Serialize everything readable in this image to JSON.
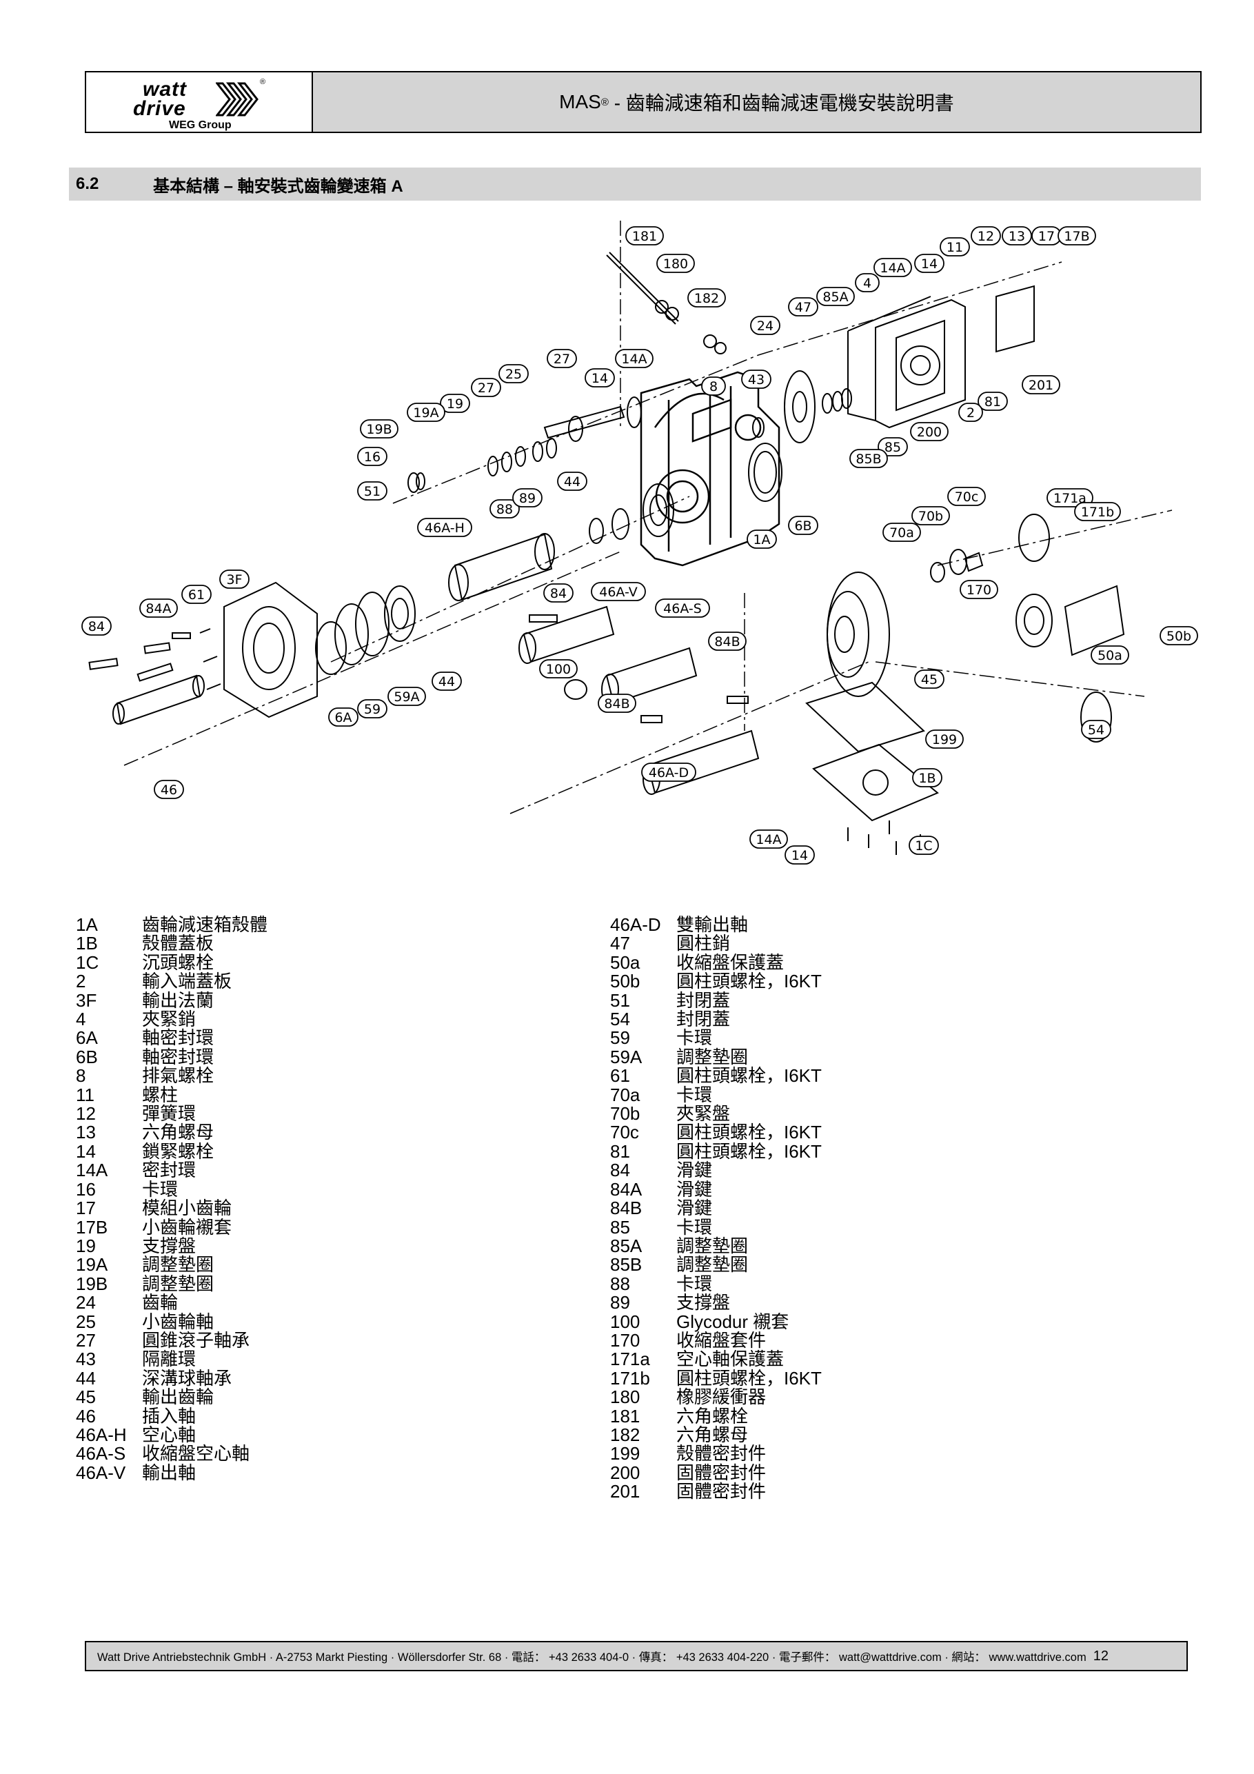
{
  "header": {
    "logo_line1": "watt",
    "logo_line2": "drive",
    "logo_reg": "®",
    "logo_group": "WEG Group",
    "title_prefix": "MAS",
    "title_reg": "®",
    "title_rest": " - 齒輪減速箱和齒輪減速電機安裝說明書"
  },
  "section": {
    "number": "6.2",
    "title": "基本結構 – 軸安裝式齒輪變速箱 A"
  },
  "drawing_labels": [
    "181",
    "180",
    "182",
    "12",
    "13",
    "17",
    "17B",
    "11",
    "14A",
    "14",
    "4",
    "85A",
    "47",
    "24",
    "201",
    "81",
    "2",
    "200",
    "85",
    "85B",
    "43",
    "8",
    "27",
    "14",
    "14A",
    "25",
    "27",
    "19",
    "19A",
    "19B",
    "16",
    "51",
    "46A-H",
    "88",
    "89",
    "44",
    "1A",
    "6B",
    "70a",
    "70b",
    "70c",
    "171a",
    "171b",
    "170",
    "50a",
    "50b",
    "54",
    "3F",
    "61",
    "84A",
    "84",
    "6A",
    "59",
    "59A",
    "44",
    "84",
    "46A-V",
    "46A-S",
    "84B",
    "100",
    "84B",
    "46A-D",
    "45",
    "199",
    "1B",
    "1C",
    "14A",
    "14",
    "46"
  ],
  "parts_left": [
    {
      "num": "1A",
      "desc": "齒輪減速箱殼體"
    },
    {
      "num": "1B",
      "desc": "殼體蓋板"
    },
    {
      "num": "1C",
      "desc": "沉頭螺栓"
    },
    {
      "num": "2",
      "desc": "輸入端蓋板"
    },
    {
      "num": "3F",
      "desc": "輸出法蘭"
    },
    {
      "num": "4",
      "desc": "夾緊銷"
    },
    {
      "num": "6A",
      "desc": "軸密封環"
    },
    {
      "num": "6B",
      "desc": "軸密封環"
    },
    {
      "num": "8",
      "desc": "排氣螺栓"
    },
    {
      "num": "11",
      "desc": "螺柱"
    },
    {
      "num": "12",
      "desc": "彈簧環"
    },
    {
      "num": "13",
      "desc": "六角螺母"
    },
    {
      "num": "14",
      "desc": "鎖緊螺栓"
    },
    {
      "num": "14A",
      "desc": "密封環"
    },
    {
      "num": "16",
      "desc": "卡環"
    },
    {
      "num": "17",
      "desc": "模組小齒輪"
    },
    {
      "num": "17B",
      "desc": "小齒輪襯套"
    },
    {
      "num": "19",
      "desc": "支撐盤"
    },
    {
      "num": "19A",
      "desc": "調整墊圈"
    },
    {
      "num": "19B",
      "desc": "調整墊圈"
    },
    {
      "num": "24",
      "desc": "齒輪"
    },
    {
      "num": "25",
      "desc": "小齒輪軸"
    },
    {
      "num": "27",
      "desc": "圓錐滾子軸承"
    },
    {
      "num": "43",
      "desc": "隔離環"
    },
    {
      "num": "44",
      "desc": "深溝球軸承"
    },
    {
      "num": "45",
      "desc": "輸出齒輪"
    },
    {
      "num": "46",
      "desc": "插入軸"
    },
    {
      "num": "46A-H",
      "desc": "空心軸"
    },
    {
      "num": "46A-S",
      "desc": "收縮盤空心軸"
    },
    {
      "num": "46A-V",
      "desc": "輸出軸"
    }
  ],
  "parts_right": [
    {
      "num": "46A-D",
      "desc": "雙輸出軸"
    },
    {
      "num": "47",
      "desc": "圓柱銷"
    },
    {
      "num": "50a",
      "desc": "收縮盤保護蓋"
    },
    {
      "num": "50b",
      "desc": "圓柱頭螺栓，I6KT"
    },
    {
      "num": "51",
      "desc": "封閉蓋"
    },
    {
      "num": "54",
      "desc": "封閉蓋"
    },
    {
      "num": "59",
      "desc": "卡環"
    },
    {
      "num": "59A",
      "desc": "調整墊圈"
    },
    {
      "num": "61",
      "desc": "圓柱頭螺栓，I6KT"
    },
    {
      "num": "70a",
      "desc": "卡環"
    },
    {
      "num": "70b",
      "desc": "夾緊盤"
    },
    {
      "num": "70c",
      "desc": "圓柱頭螺栓，I6KT"
    },
    {
      "num": "81",
      "desc": "圓柱頭螺栓，I6KT"
    },
    {
      "num": "84",
      "desc": "滑鍵"
    },
    {
      "num": "84A",
      "desc": "滑鍵"
    },
    {
      "num": "84B",
      "desc": "滑鍵"
    },
    {
      "num": "85",
      "desc": "卡環"
    },
    {
      "num": "85A",
      "desc": "調整墊圈"
    },
    {
      "num": "85B",
      "desc": "調整墊圈"
    },
    {
      "num": "88",
      "desc": "卡環"
    },
    {
      "num": "89",
      "desc": "支撐盤"
    },
    {
      "num": "100",
      "desc": "Glycodur 襯套"
    },
    {
      "num": "170",
      "desc": "收縮盤套件"
    },
    {
      "num": "171a",
      "desc": "空心軸保護蓋"
    },
    {
      "num": "171b",
      "desc": "圓柱頭螺栓，I6KT"
    },
    {
      "num": "180",
      "desc": "橡膠緩衝器"
    },
    {
      "num": "181",
      "desc": "六角螺栓"
    },
    {
      "num": "182",
      "desc": "六角螺母"
    },
    {
      "num": "199",
      "desc": "殼體密封件"
    },
    {
      "num": "200",
      "desc": "固體密封件"
    },
    {
      "num": "201",
      "desc": "固體密封件"
    }
  ],
  "footer": {
    "text": "Watt Drive Antriebstechnik GmbH · A-2753 Markt Piesting · Wöllersdorfer Str. 68 · 電話： +43 2633 404-0 · 傳真： +43 2633 404-220 · 電子郵件： watt@wattdrive.com · 網站： www.wattdrive.com",
    "page": "12"
  }
}
